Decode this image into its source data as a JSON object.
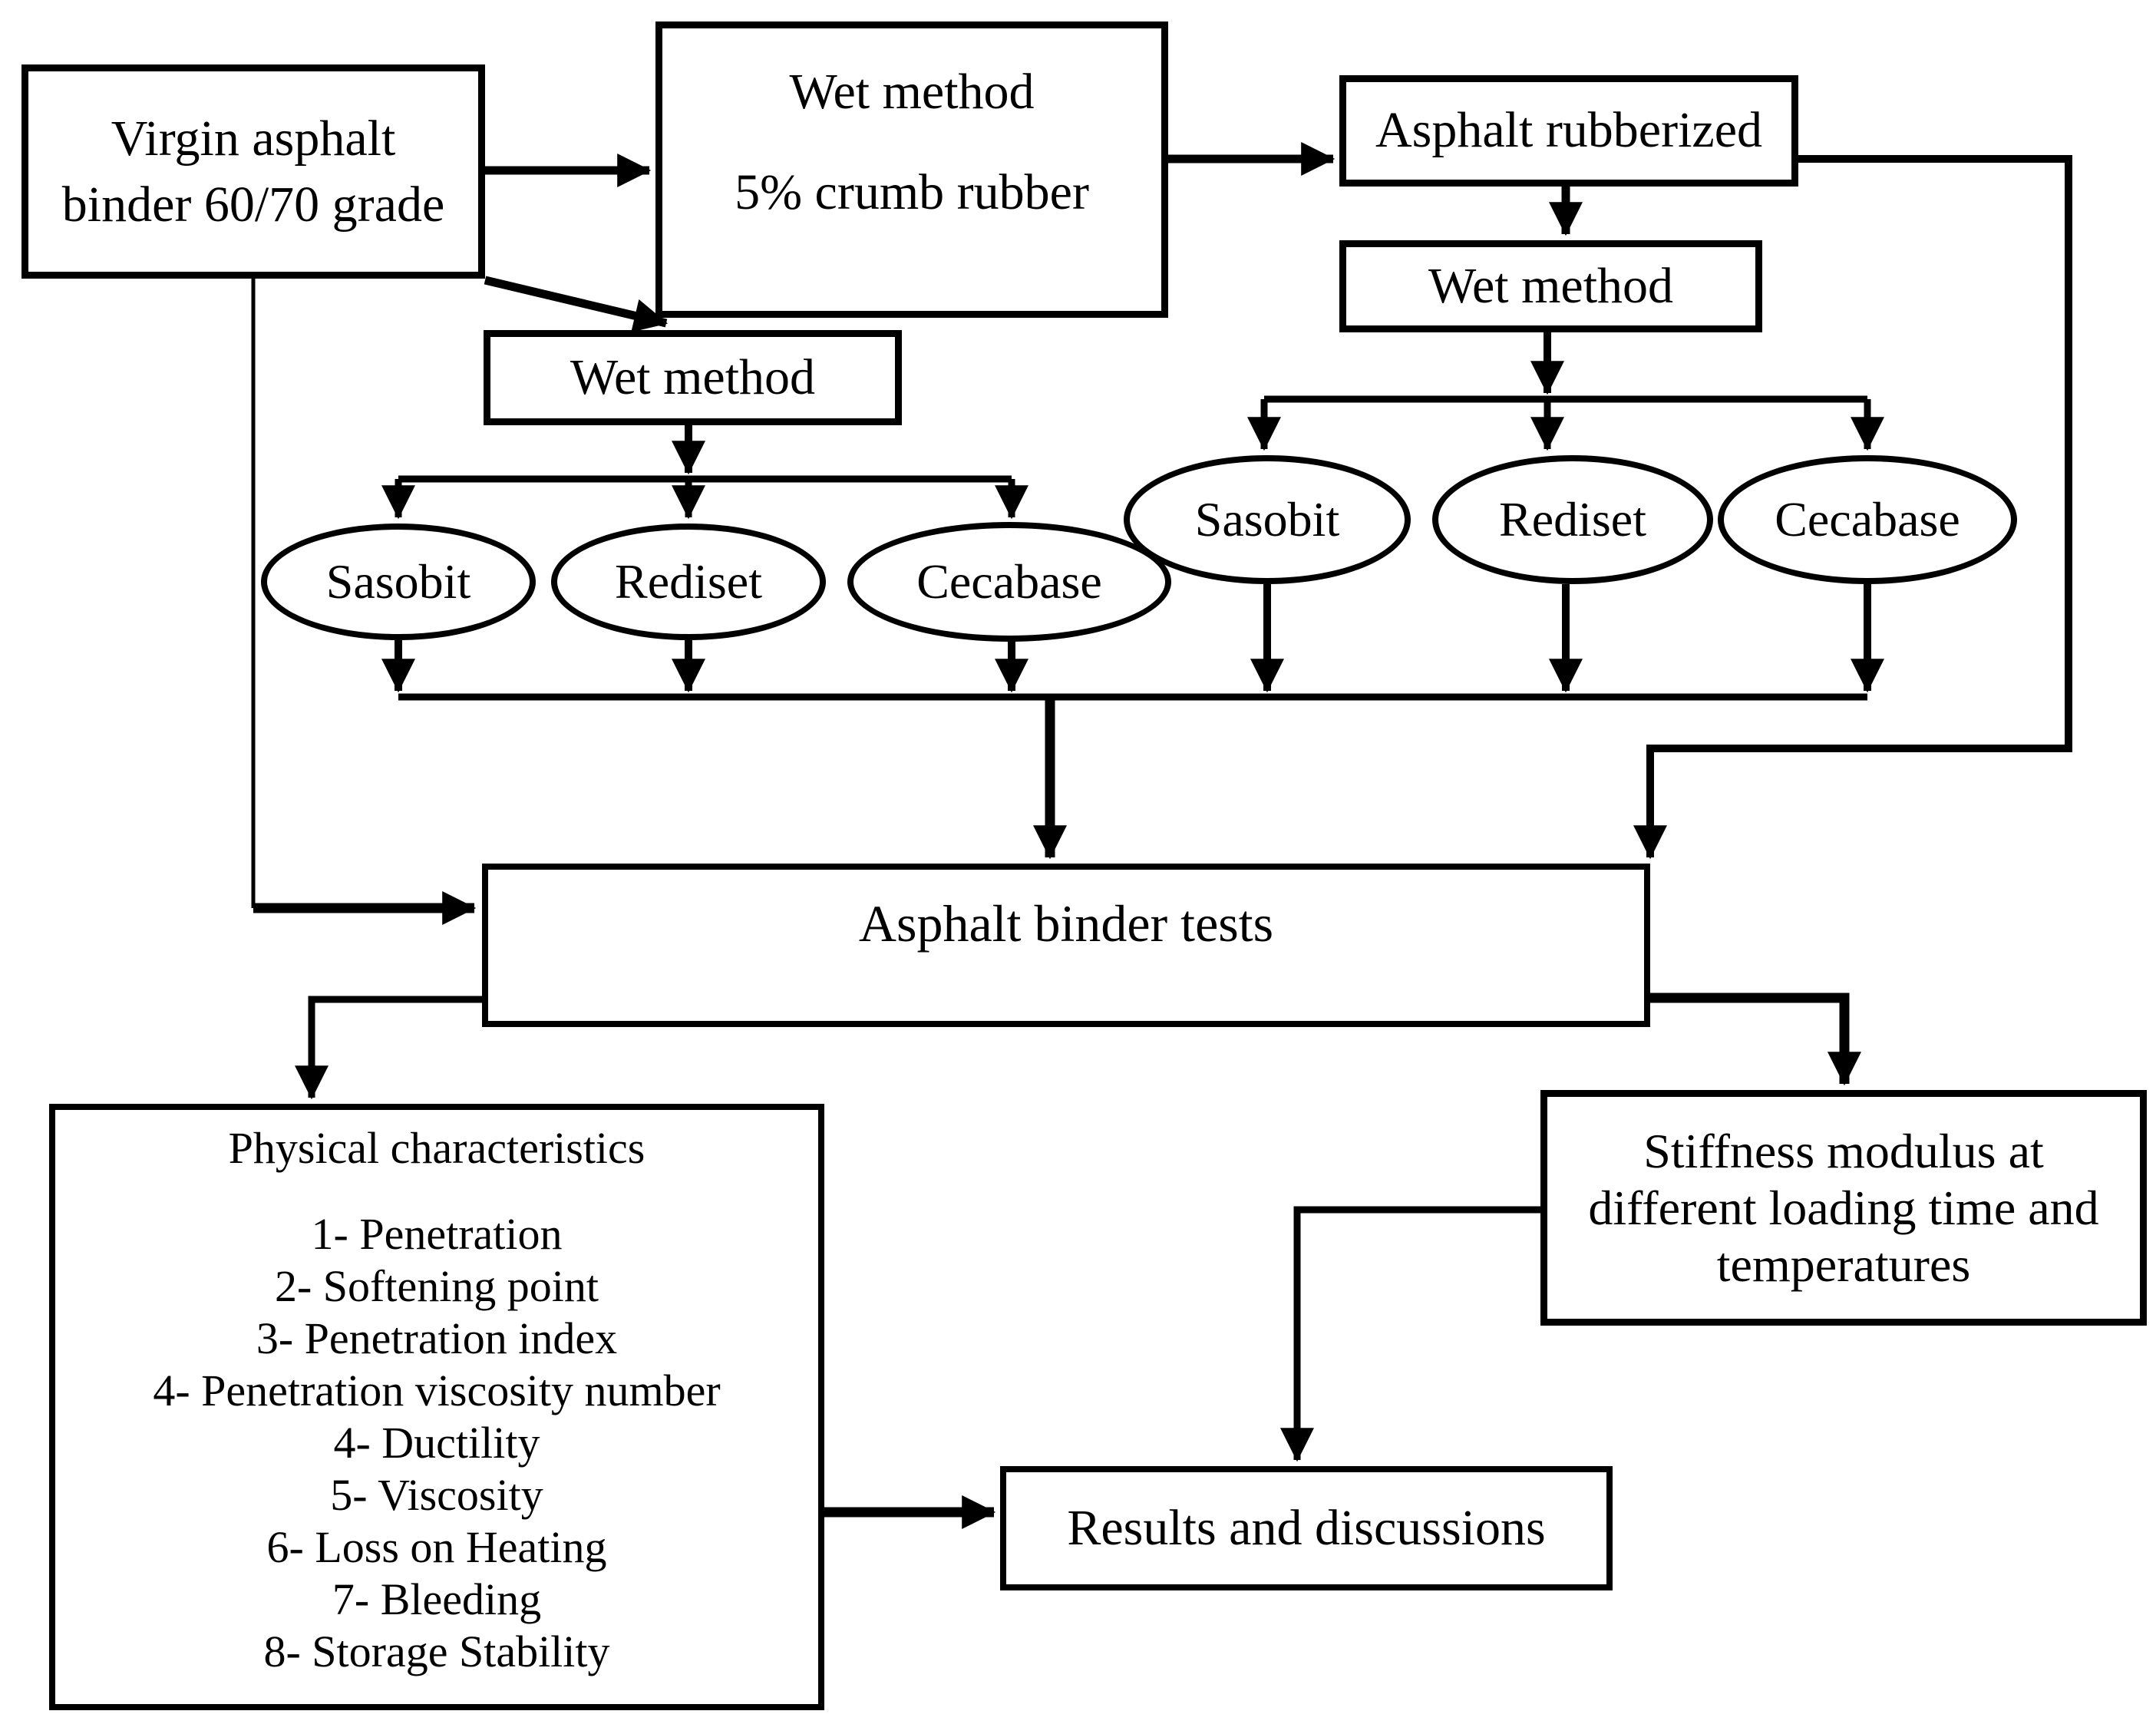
{
  "diagram": {
    "type": "flowchart",
    "background_color": "#ffffff",
    "line_color": "#000000",
    "text_color": "#000000",
    "nodes": {
      "virgin": {
        "lines": [
          "Virgin asphalt",
          "binder 60/70 grade"
        ]
      },
      "wet_crumb": {
        "lines": [
          "Wet method",
          "5% crumb rubber"
        ]
      },
      "rubberized": {
        "label": "Asphalt rubberized"
      },
      "wet_right": {
        "label": "Wet method"
      },
      "wet_left": {
        "label": "Wet method"
      },
      "additives_left": [
        "Sasobit",
        "Rediset",
        "Cecabase"
      ],
      "additives_right": [
        "Sasobit",
        "Rediset",
        "Cecabase"
      ],
      "binder_tests": {
        "label": "Asphalt binder tests"
      },
      "physical": {
        "title": "Physical characteristics",
        "items": [
          "1- Penetration",
          "2- Softening point",
          "3- Penetration index",
          "4- Penetration viscosity number",
          "4- Ductility",
          "5- Viscosity",
          "6- Loss on Heating",
          "7- Bleeding",
          "8- Storage Stability"
        ]
      },
      "stiffness": {
        "lines": [
          "Stiffness modulus at",
          "different loading time and",
          "temperatures"
        ]
      },
      "results": {
        "label": "Results and discussions"
      }
    }
  }
}
